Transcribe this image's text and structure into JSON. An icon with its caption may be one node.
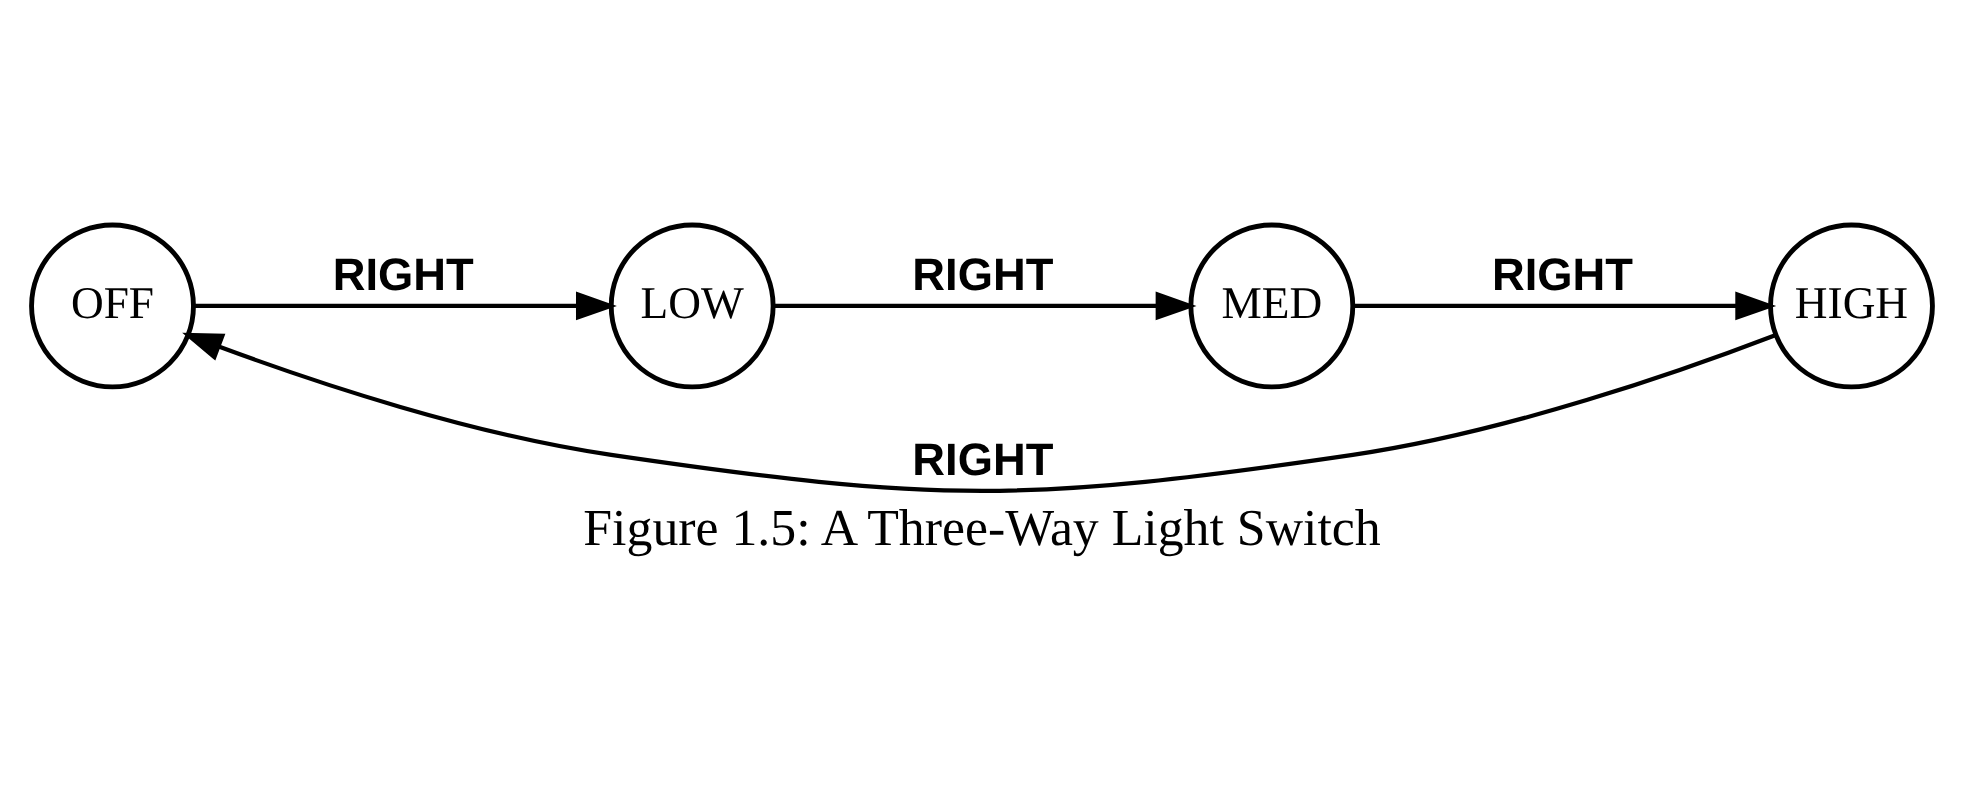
{
  "diagram": {
    "caption": "Figure 1.5: A Three-Way Light Switch",
    "nodes": [
      {
        "text": [
          "OFF"
        ]
      },
      {
        "text": [
          "LOW"
        ]
      },
      {
        "text": [
          "MED"
        ]
      },
      {
        "text": [
          "HIGH"
        ]
      }
    ],
    "edges": [
      {
        "from": 0,
        "to": 1,
        "label": "RIGHT",
        "arrow": "to"
      },
      {
        "from": 1,
        "to": 2,
        "label": "RIGHT",
        "arrow": "to"
      },
      {
        "from": 2,
        "to": 3,
        "label": "RIGHT",
        "arrow": "to"
      },
      {
        "from": 3,
        "to": 0,
        "label": "RIGHT",
        "arrow": "to"
      }
    ]
  }
}
